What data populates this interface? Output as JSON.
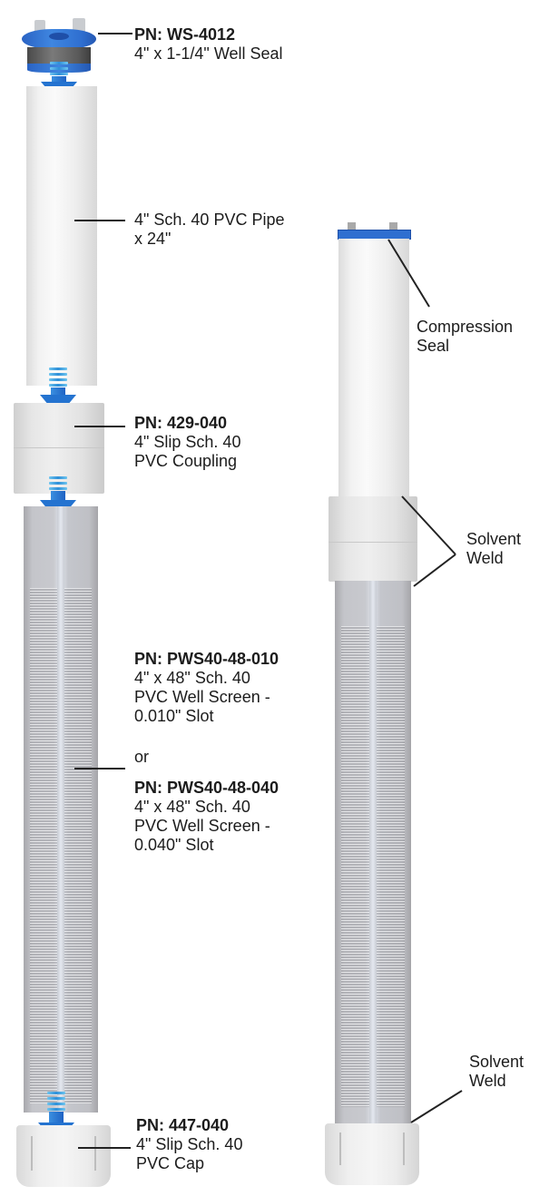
{
  "diagram": {
    "type": "well-assembly-exploded-view",
    "colors": {
      "seal_blue": "#2f6fd0",
      "arrow_blue": "#2473d0",
      "label_text": "#1c1c1c",
      "leader_line": "#222222"
    },
    "exploded_assembly": {
      "components": [
        {
          "id": "well-seal",
          "pn": "PN: WS-4012",
          "description": [
            "4\" x 1-1/4\" Well Seal"
          ]
        },
        {
          "id": "pvc-pipe",
          "pn": "",
          "description": [
            "4\" Sch. 40 PVC Pipe",
            "x 24\""
          ]
        },
        {
          "id": "coupling",
          "pn": "PN: 429-040",
          "description": [
            "4\" Slip Sch. 40",
            "PVC Coupling"
          ]
        },
        {
          "id": "well-screen",
          "options": [
            {
              "pn": "PN: PWS40-48-010",
              "description": [
                "4\" x 48\" Sch. 40",
                "PVC Well Screen  -",
                "0.010\" Slot"
              ]
            },
            {
              "pn": "PN: PWS40-48-040",
              "description": [
                "4\" x 48\" Sch. 40",
                "PVC Well Screen  -",
                "0.040\" Slot"
              ]
            }
          ],
          "separator": "or"
        },
        {
          "id": "cap",
          "pn": "PN: 447-040",
          "description": [
            "4\" Slip Sch. 40",
            "PVC Cap"
          ]
        }
      ]
    },
    "assembled_view": {
      "callouts": [
        {
          "id": "compression-seal",
          "lines": [
            "Compression",
            "Seal"
          ]
        },
        {
          "id": "solvent-weld-coupling",
          "lines": [
            "Solvent",
            "Weld"
          ]
        },
        {
          "id": "solvent-weld-cap",
          "lines": [
            "Solvent",
            "Weld"
          ]
        }
      ]
    }
  }
}
